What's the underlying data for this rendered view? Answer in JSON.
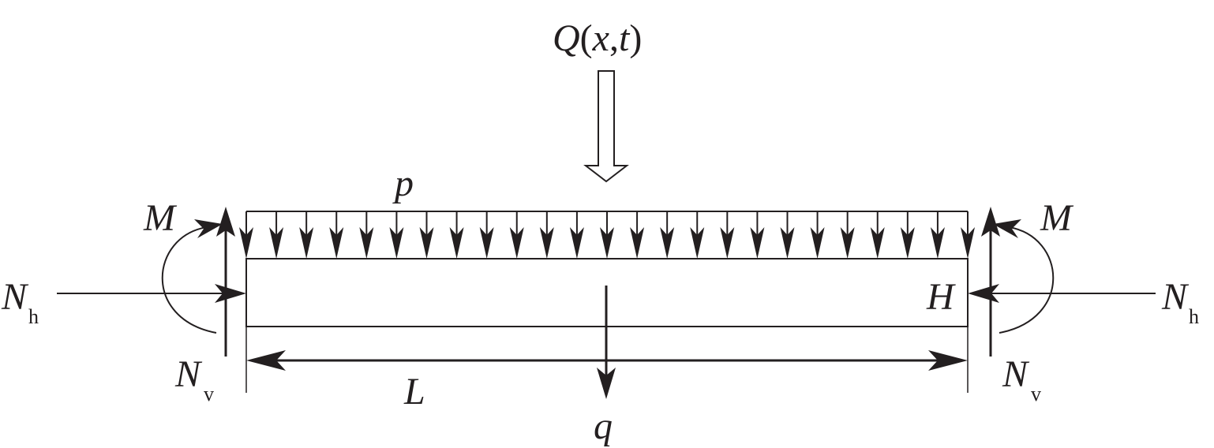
{
  "labels": {
    "Q": "Q",
    "Q_open": "(",
    "Q_x": "x",
    "Q_comma": ",",
    "Q_t": "t",
    "Q_close": ")",
    "p": "p",
    "M_left": "M",
    "M_right": "M",
    "N": "N",
    "h": "h",
    "v": "v",
    "H": "H",
    "L": "L",
    "q": "q"
  },
  "distributed_load_arrow_count": 25,
  "colors": {
    "ink": "#231f20",
    "background": "#ffffff"
  }
}
